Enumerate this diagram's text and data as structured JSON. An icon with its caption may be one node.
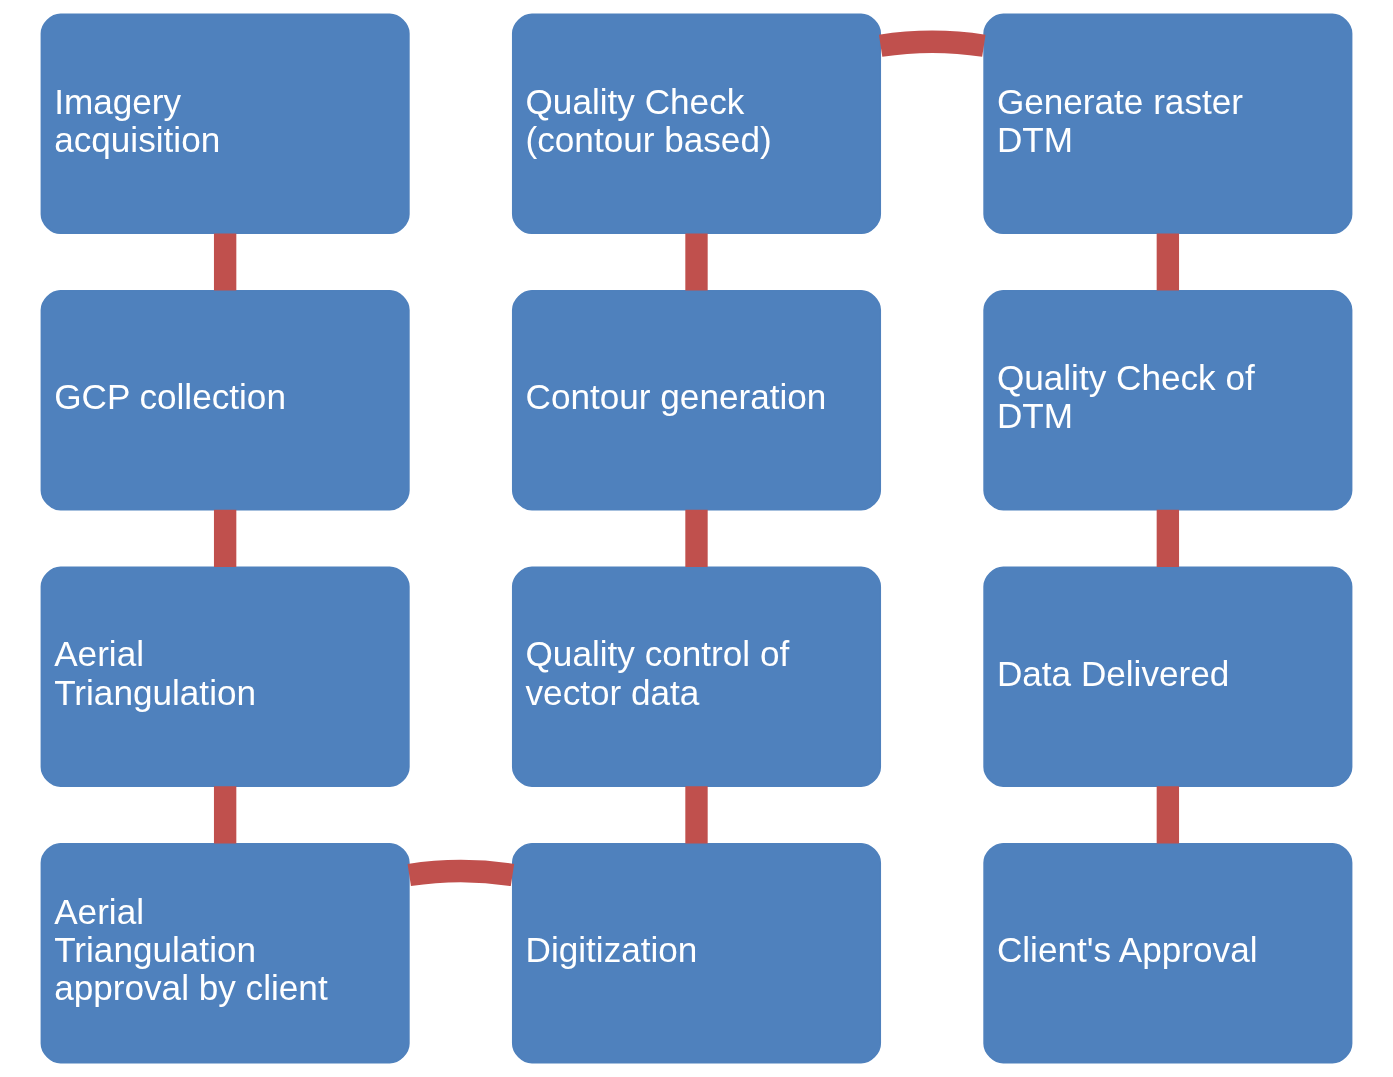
{
  "diagram": {
    "nodes": [
      {
        "text": [
          "Imagery acquisition"
        ]
      },
      {
        "text": [
          "GCP collection"
        ]
      },
      {
        "text": [
          "Aerial Triangulation"
        ]
      },
      {
        "text": [
          "Aerial Triangulation approval by client"
        ]
      },
      {
        "text": [
          "Digitization"
        ]
      },
      {
        "text": [
          "Quality control of vector data"
        ]
      },
      {
        "text": [
          "Contour generation"
        ]
      },
      {
        "text": [
          "Quality Check (contour based)"
        ]
      },
      {
        "text": [
          "Generate raster DTM"
        ]
      },
      {
        "text": [
          "Quality Check of DTM"
        ]
      },
      {
        "text": [
          "Data Delivered"
        ]
      },
      {
        "text": [
          "Client's Approval"
        ]
      }
    ],
    "edges": [
      {
        "from": 0,
        "to": 1,
        "arrow": "none"
      },
      {
        "from": 1,
        "to": 2,
        "arrow": "none"
      },
      {
        "from": 2,
        "to": 3,
        "arrow": "none"
      },
      {
        "from": 3,
        "to": 4,
        "arrow": "none"
      },
      {
        "from": 5,
        "to": 4,
        "arrow": "none"
      },
      {
        "from": 6,
        "to": 5,
        "arrow": "none"
      },
      {
        "from": 7,
        "to": 6,
        "arrow": "none"
      },
      {
        "from": 7,
        "to": 8,
        "arrow": "none"
      },
      {
        "from": 8,
        "to": 9,
        "arrow": "none"
      },
      {
        "from": 9,
        "to": 10,
        "arrow": "none"
      },
      {
        "from": 10,
        "to": 11,
        "arrow": "none"
      }
    ]
  }
}
